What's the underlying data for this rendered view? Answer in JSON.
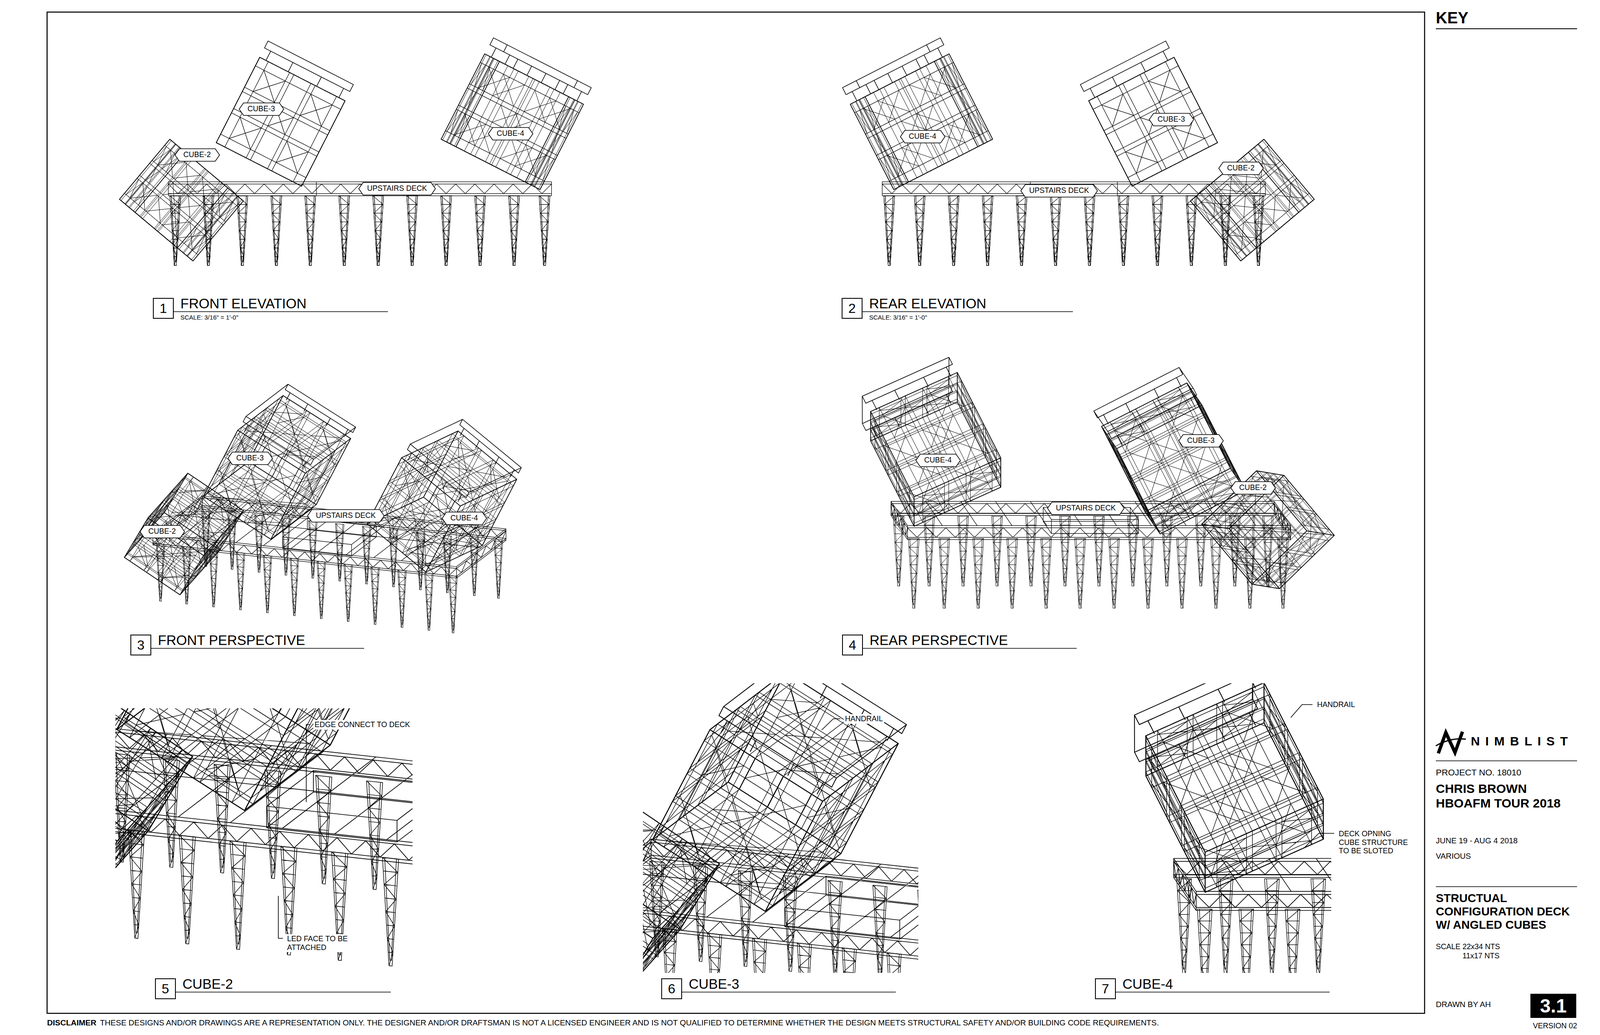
{
  "diagram": {
    "nodes": [
      {
        "text": [
          "CUBE-3"
        ]
      },
      {
        "text": [
          "CUBE-2"
        ]
      },
      {
        "text": [
          "UPSTAIRS DECK"
        ]
      },
      {
        "text": [
          "CUBE-4"
        ]
      },
      {
        "text": [
          "CUBE-4"
        ]
      },
      {
        "text": [
          "CUBE-3"
        ]
      },
      {
        "text": [
          "CUBE-2"
        ]
      },
      {
        "text": [
          "UPSTAIRS DECK"
        ]
      },
      {
        "text": [
          "1",
          "FRONT ELEVATION",
          "SCALE: 3/16\" = 1'-0\""
        ]
      },
      {
        "text": [
          "2",
          "REAR ELEVATION",
          "SCALE: 3/16\" = 1'-0\""
        ]
      },
      {
        "text": [
          "CUBE-3"
        ]
      },
      {
        "text": [
          "UPSTAIRS DECK"
        ]
      },
      {
        "text": [
          "CUBE-2"
        ]
      },
      {
        "text": [
          "CUBE-4"
        ]
      },
      {
        "text": [
          "CUBE-4"
        ]
      },
      {
        "text": [
          "CUBE-3"
        ]
      },
      {
        "text": [
          "UPSTAIRS DECK"
        ]
      },
      {
        "text": [
          "CUBE-2"
        ]
      },
      {
        "text": [
          "3",
          "FRONT PERSPECTIVE"
        ]
      },
      {
        "text": [
          "4",
          "REAR PERSPECTIVE"
        ]
      },
      {
        "text": [
          "5",
          "CUBE-2"
        ]
      },
      {
        "text": [
          "6",
          "CUBE-3"
        ]
      },
      {
        "text": [
          "7",
          "CUBE-4"
        ]
      },
      {
        "text": [
          "3.1"
        ]
      }
    ],
    "labels": [
      "KEY",
      "EDGE CONNECT TO DECK",
      "LED FACE TO BE ATTACHED",
      "HANDRAIL",
      "HANDRAIL",
      "DECK OPNING CUBE STRUCTURE TO BE SLOTED",
      "NIMBLIST",
      "PROJECT NO. 18010",
      "CHRIS BROWN HBOAFM TOUR 2018",
      "JUNE 19 - AUG 4 2018",
      "VARIOUS",
      "STRUCTUAL CONFIGURATION DECK W/ ANGLED CUBES",
      "SCALE 22x34 NTS",
      "11x17 NTS",
      "DRAWN BY AH",
      "VERSION 02",
      "DISCLAIMER",
      "THESE DESIGNS AND/OR DRAWINGS ARE A REPRESENTATION ONLY. THE DESIGNER AND/OR DRAFTSMAN IS NOT A LICENSED ENGINEER AND IS NOT QUALIFIED TO DETERMINE WHETHER THE DESIGN MEETS STRUCTURAL SAFETY AND/OR BUILDING CODE REQUIREMENTS."
    ]
  }
}
